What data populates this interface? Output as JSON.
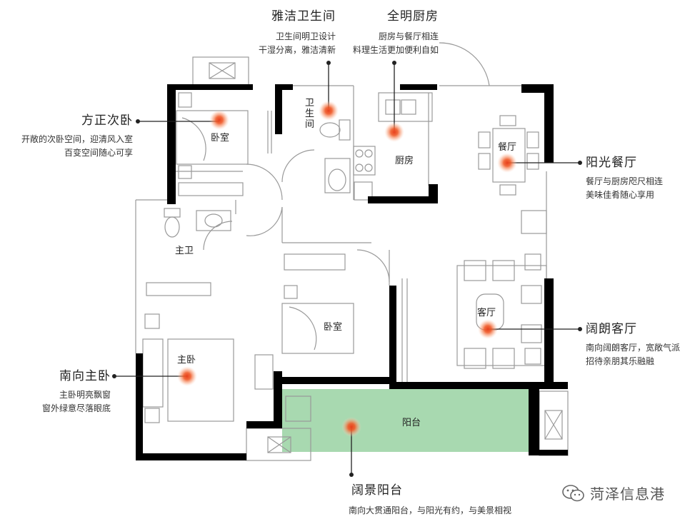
{
  "callouts": {
    "bath2": {
      "title": "雅洁卫生间",
      "desc1": "卫生间明卫设计",
      "desc2": "干湿分离，雅洁清新"
    },
    "kitchen": {
      "title": "全明厨房",
      "desc1": "厨房与餐厅相连",
      "desc2": "料理生活更加便利自如"
    },
    "second_bed": {
      "title": "方正次卧",
      "desc1": "开敞的次卧空间，迎清风入室",
      "desc2": "百变空间随心可享"
    },
    "dining": {
      "title": "阳光餐厅",
      "desc1": "餐厅与厨房咫尺相连",
      "desc2": "美味佳肴随心享用"
    },
    "living": {
      "title": "阔朗客厅",
      "desc1": "南向阔朗客厅，宽敞气派",
      "desc2": "招待亲朋其乐融融"
    },
    "master": {
      "title": "南向主卧",
      "desc1": "主卧明亮飘窗",
      "desc2": "窗外绿意尽落眼底"
    },
    "balcony": {
      "title": "阔景阳台",
      "desc1": "南向大贯通阳台，与阳光有约，与美景相视"
    }
  },
  "rooms": {
    "bedroom_top": "卧室",
    "bathroom_small_1": "卫",
    "bathroom_small_2": "生",
    "bathroom_small_3": "间",
    "kitchen": "厨房",
    "dining": "餐厅",
    "master_bath": "主卫",
    "bedroom_mid": "卧室",
    "living": "客厅",
    "master": "主卧",
    "balcony": "阳台"
  },
  "watermark": {
    "text": "菏泽信息港"
  },
  "colors": {
    "wall": "#000000",
    "balcony_fill": "#a8d9b0",
    "marker": "#f05a28",
    "leader": "#222222"
  }
}
